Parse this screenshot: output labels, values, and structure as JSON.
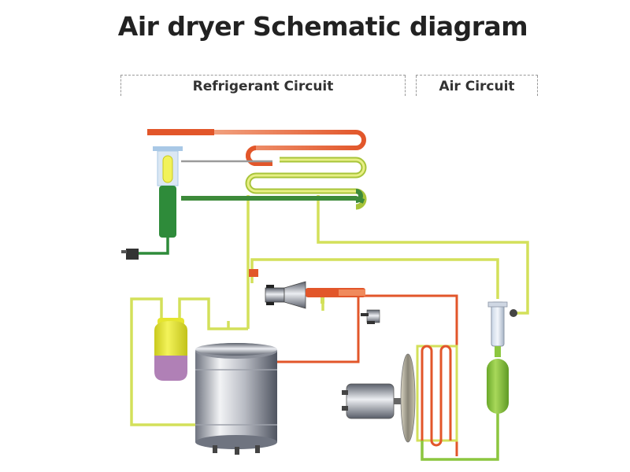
{
  "title": "Air dryer Schematic diagram",
  "sections": {
    "refrigerant": "Refrigerant Circuit",
    "air": "Air Circuit"
  },
  "colors": {
    "refrigerant_hot": "#e2562a",
    "refrigerant_liquid": "#2e8b3a",
    "air_line": "#d3e05a",
    "water_separator": "#8cc63f",
    "receiver_yellow": "#e5e52e",
    "receiver_purple": "#b080b6"
  }
}
